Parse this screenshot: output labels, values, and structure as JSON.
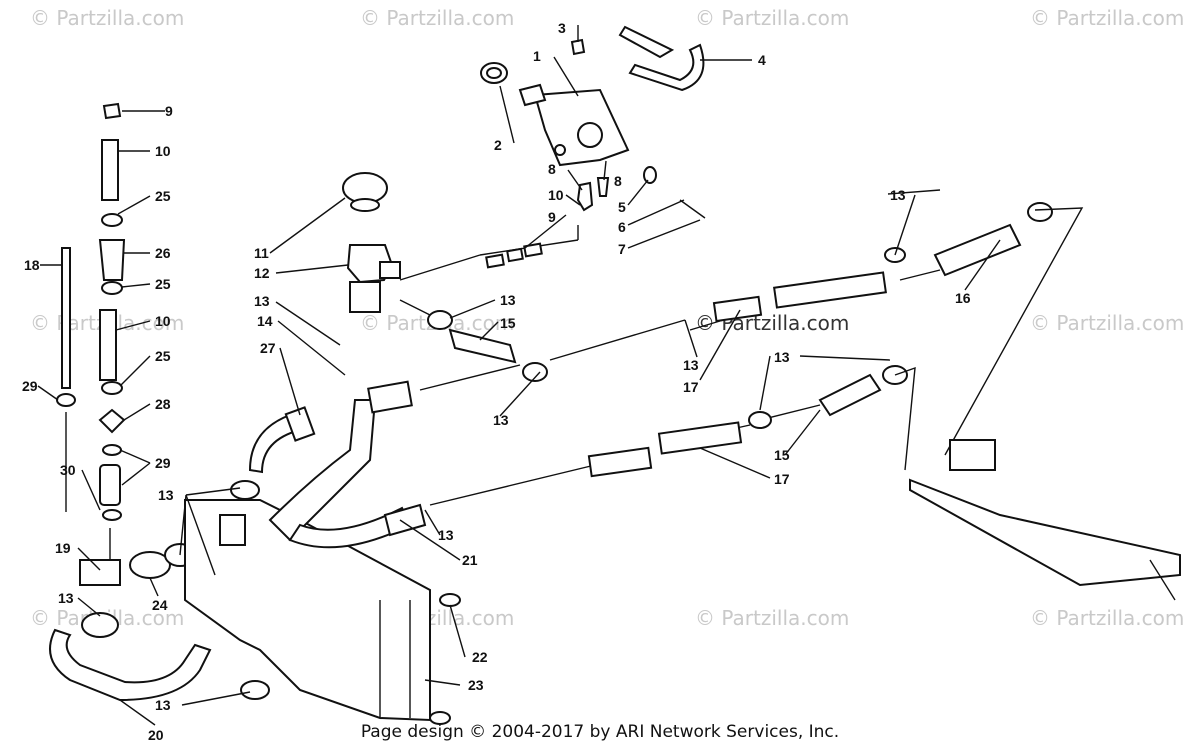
{
  "watermark": "© Partzilla.com",
  "footer": "Page design © 2004-2017 by ARI Network Services, Inc.",
  "callouts": [
    "1",
    "2",
    "3",
    "4",
    "5",
    "6",
    "7",
    "8",
    "9",
    "10",
    "11",
    "12",
    "13",
    "14",
    "15",
    "16",
    "17",
    "18",
    "19",
    "20",
    "21",
    "22",
    "23",
    "24",
    "25",
    "26",
    "27",
    "28",
    "29",
    "30"
  ]
}
